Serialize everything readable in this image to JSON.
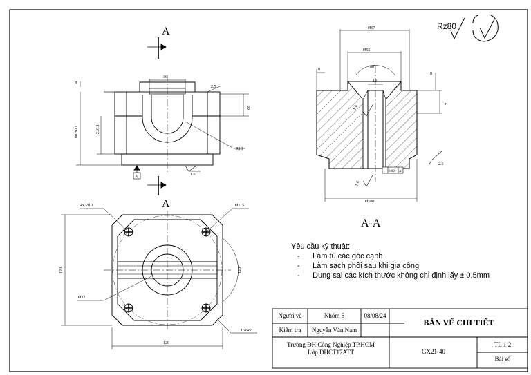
{
  "views": {
    "top_label": "A",
    "plan_label": "A",
    "section_label": "A-A"
  },
  "dimensions": {
    "slot_width": "36",
    "chamfer_top": "2.5",
    "step_height": "22",
    "depth_left": "4",
    "height_tol": "80 ±0.1",
    "height_small": "12±0.1",
    "radius": "R18",
    "roughness_bottom": "1.6",
    "datum": "A",
    "hole_pattern": "4x Ø10",
    "pitch_circle": "Ø115",
    "side_120": "120",
    "bottom_120": "120",
    "angle_120": "120°",
    "bore": "Ø32",
    "chamfer": "15x45°",
    "sec_d67": "Ø67",
    "sec_d55": "Ø55",
    "sec_angle": "60°",
    "sec_8a": "8",
    "sec_8b": "8",
    "sec_18": "18",
    "sec_depth": "7",
    "sec_rough_inner": "1.6",
    "sec_rough_bottom": "1.6",
    "sec_rough_side": "2.5",
    "sec_d100": "Ø100",
    "tolerance_frame": "0.02",
    "tolerance_datum": "A"
  },
  "roughness_symbol": {
    "label": "Rz80"
  },
  "requirements": {
    "title": "Yêu cầu kỹ thuật:",
    "items": [
      "Làm tù các góc cạnh",
      "Làm sạch phôi sau khi gia công",
      "Dung sai các kích thước không chỉ định lấy ± 0,5mm"
    ],
    "bullet": "-"
  },
  "title_block": {
    "drawn_by_label": "Người vẽ",
    "drawn_by": "Nhóm 5",
    "date": "08/08/24",
    "checked_label": "Kiểm tra",
    "checked_by": "Nguyễn Văn Nam",
    "school": "Trường ĐH Công Nghiệp TP.HCM",
    "class": "Lớp DHCT17ATT",
    "title": "BẢN VẼ CHI TIẾT",
    "code": "GX21-40",
    "scale": "TL 1:2",
    "sheet": "Bài số"
  }
}
